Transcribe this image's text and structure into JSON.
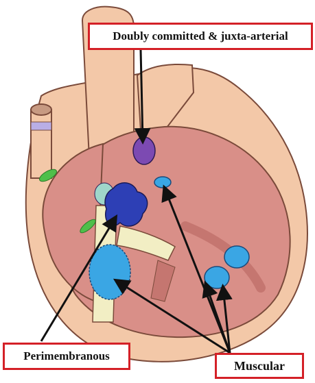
{
  "labels": {
    "doubly_committed": "Doubly committed & juxta-arterial",
    "perimembranous": "Perimembranous",
    "muscular": "Muscular"
  },
  "colors": {
    "box_border": "#d42027",
    "arrow": "#111111",
    "heart_outer": "#f3c8a8",
    "heart_inner": "#d98f88",
    "septum": "#f2eec4",
    "vsd_doubly_committed": "#7c4ab2",
    "vsd_perimembranous": "#2d3fb5",
    "vsd_muscular": "#3aa6e4",
    "vessel_band": "#b9aee6",
    "accent_green": "#4fbf4a"
  }
}
